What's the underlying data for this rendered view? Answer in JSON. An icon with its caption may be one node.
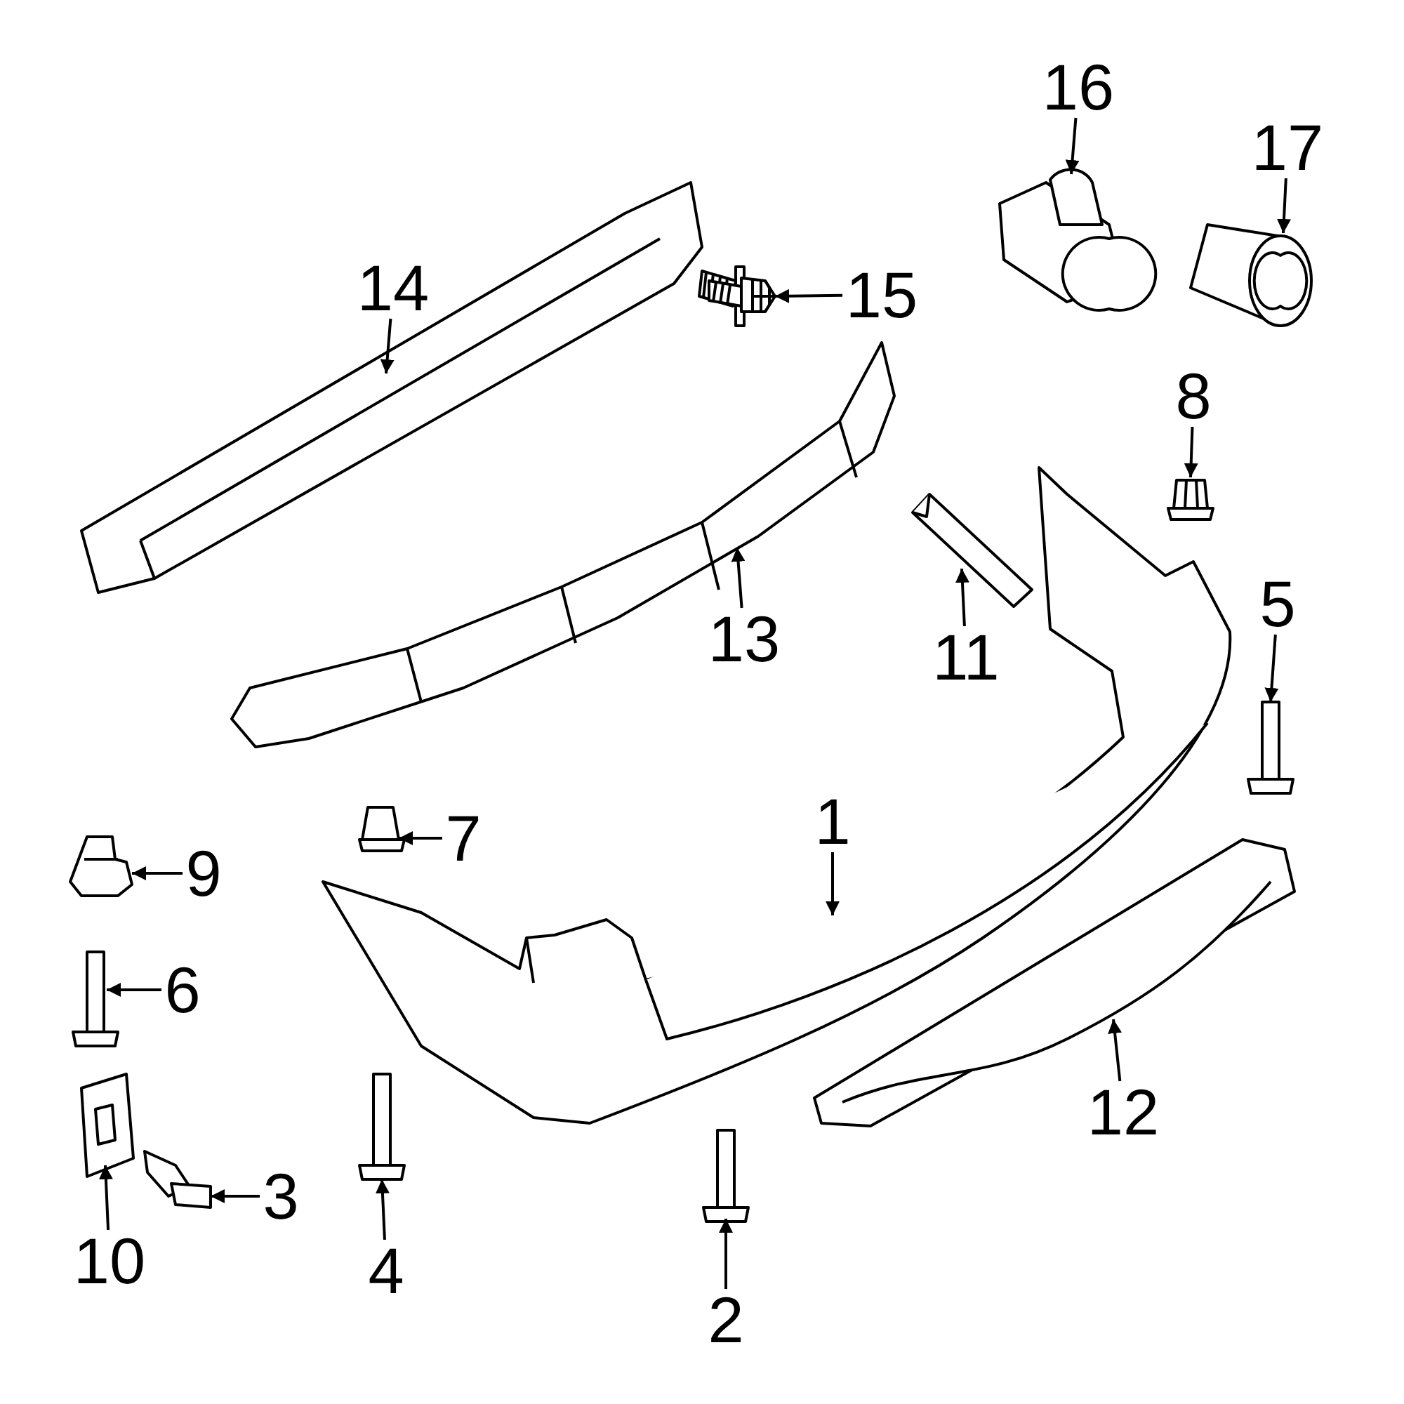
{
  "diagram": {
    "nodes": [
      {
        "text": [
          "1"
        ]
      },
      {
        "text": [],
        "shape": "picture"
      },
      {
        "text": [
          "2"
        ]
      },
      {
        "text": [],
        "shape": "picture"
      },
      {
        "text": [
          "3"
        ]
      },
      {
        "text": [],
        "shape": "picture"
      },
      {
        "text": [
          "4"
        ]
      },
      {
        "text": [],
        "shape": "picture"
      },
      {
        "text": [
          "5"
        ]
      },
      {
        "text": [],
        "shape": "picture"
      },
      {
        "text": [
          "6"
        ]
      },
      {
        "text": [],
        "shape": "picture"
      },
      {
        "text": [
          "7"
        ]
      },
      {
        "text": [],
        "shape": "picture"
      },
      {
        "text": [
          "8"
        ]
      },
      {
        "text": [],
        "shape": "picture"
      },
      {
        "text": [
          "9"
        ]
      },
      {
        "text": [],
        "shape": "picture"
      },
      {
        "text": [
          "10"
        ]
      },
      {
        "text": [],
        "shape": "picture"
      },
      {
        "text": [
          "11"
        ]
      },
      {
        "text": [],
        "shape": "picture"
      },
      {
        "text": [
          "12"
        ]
      },
      {
        "text": [],
        "shape": "picture"
      },
      {
        "text": [
          "13"
        ]
      },
      {
        "text": [],
        "shape": "picture"
      },
      {
        "text": [
          "14"
        ]
      },
      {
        "text": [],
        "shape": "picture"
      },
      {
        "text": [
          "15"
        ]
      },
      {
        "text": [],
        "shape": "picture"
      },
      {
        "text": [
          "16"
        ]
      },
      {
        "text": [],
        "shape": "picture"
      },
      {
        "text": [
          "17"
        ]
      },
      {
        "text": [],
        "shape": "picture"
      }
    ],
    "edges": [
      {
        "from": 0,
        "to": 1,
        "arrow": "to"
      },
      {
        "from": 2,
        "to": 3,
        "arrow": "to"
      },
      {
        "from": 4,
        "to": 5,
        "arrow": "to"
      },
      {
        "from": 6,
        "to": 7,
        "arrow": "to"
      },
      {
        "from": 8,
        "to": 9,
        "arrow": "to"
      },
      {
        "from": 10,
        "to": 11,
        "arrow": "to"
      },
      {
        "from": 12,
        "to": 13,
        "arrow": "to"
      },
      {
        "from": 14,
        "to": 15,
        "arrow": "to"
      },
      {
        "from": 16,
        "to": 17,
        "arrow": "to"
      },
      {
        "from": 18,
        "to": 19,
        "arrow": "to"
      },
      {
        "from": 20,
        "to": 21,
        "arrow": "to"
      },
      {
        "from": 22,
        "to": 23,
        "arrow": "to"
      },
      {
        "from": 24,
        "to": 25,
        "arrow": "to"
      },
      {
        "from": 26,
        "to": 27,
        "arrow": "to"
      },
      {
        "from": 28,
        "to": 29,
        "arrow": "to"
      },
      {
        "from": 30,
        "to": 31,
        "arrow": "to"
      },
      {
        "from": 32,
        "to": 33,
        "arrow": "to"
      }
    ]
  }
}
